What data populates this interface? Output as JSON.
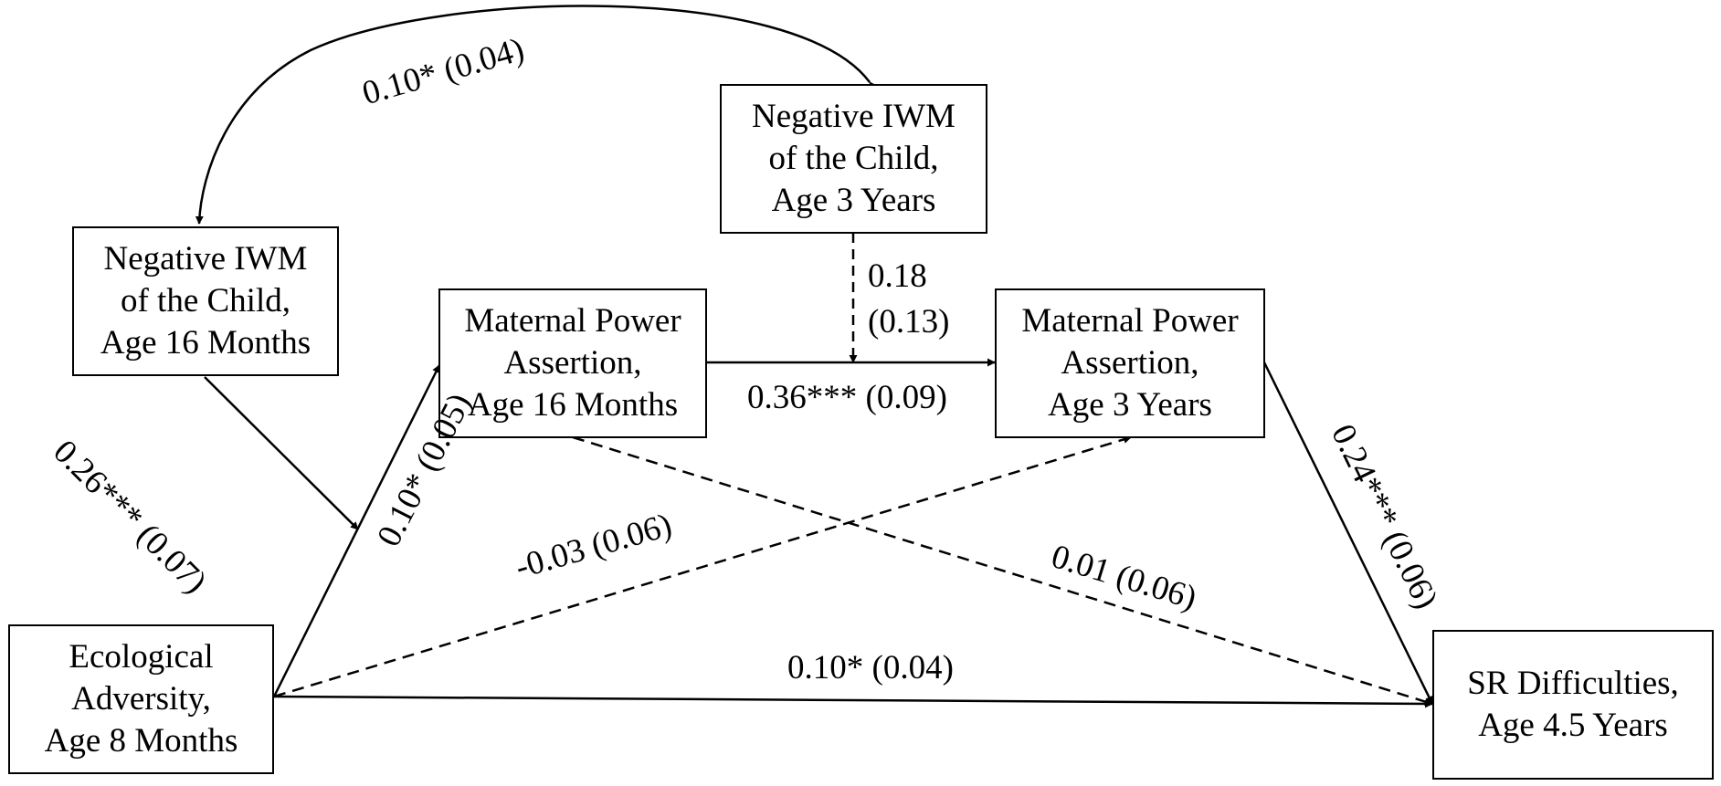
{
  "nodes": {
    "iwm_3y": {
      "lines": [
        "Negative IWM",
        "of the Child,",
        "Age 3 Years"
      ]
    },
    "iwm_16m": {
      "lines": [
        "Negative IWM",
        "of the Child,",
        "Age 16 Months"
      ]
    },
    "mpa_16m": {
      "lines": [
        "Maternal Power",
        "Assertion,",
        "Age 16 Months"
      ]
    },
    "mpa_3y": {
      "lines": [
        "Maternal Power",
        "Assertion,",
        "Age 3 Years"
      ]
    },
    "eco_8m": {
      "lines": [
        "Ecological",
        "Adversity,",
        "Age 8 Months"
      ]
    },
    "sr_45y": {
      "lines": [
        "SR Difficulties,",
        "Age 4.5 Years"
      ]
    }
  },
  "paths": {
    "cov_iwm": "0.10* (0.04)",
    "iwm16_eco": "0.26*** (0.07)",
    "eco_mpa16": "0.10* (0.05)",
    "iwm3_mpa3_line1": "0.18",
    "iwm3_mpa3_line2": "(0.13)",
    "mpa16_mpa3": "0.36*** (0.09)",
    "eco_mpa3": "-0.03 (0.06)",
    "mpa16_sr": "0.01 (0.06)",
    "mpa3_sr": "0.24*** (0.06)",
    "eco_sr": "0.10* (0.04)"
  }
}
